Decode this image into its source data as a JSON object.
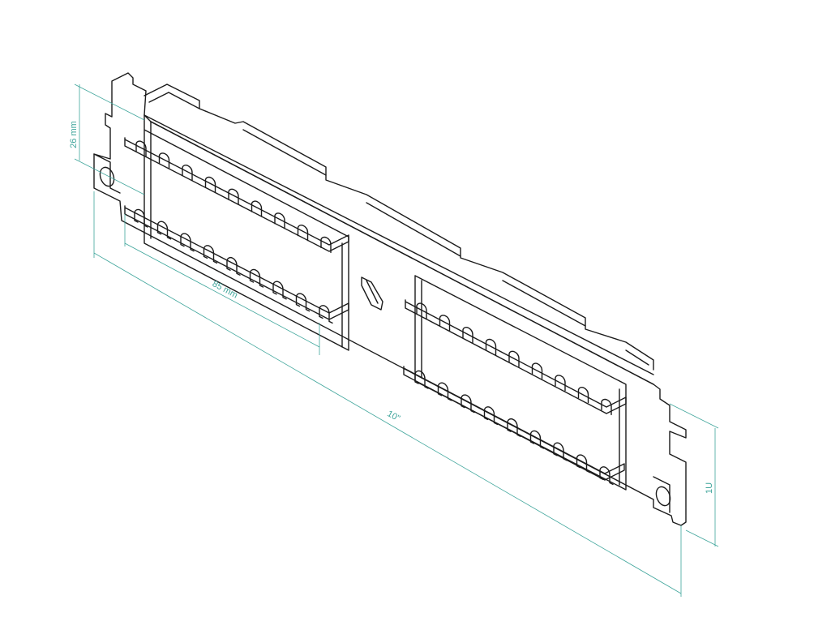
{
  "drawing": {
    "line_color": "#1b1b1b",
    "dimension_color": "#3fa59b",
    "background": "#ffffff"
  },
  "dimensions": {
    "height_ports": "26 mm",
    "port_block_width": "85 mm",
    "overall_width": "10\"",
    "rack_height": "1U"
  }
}
